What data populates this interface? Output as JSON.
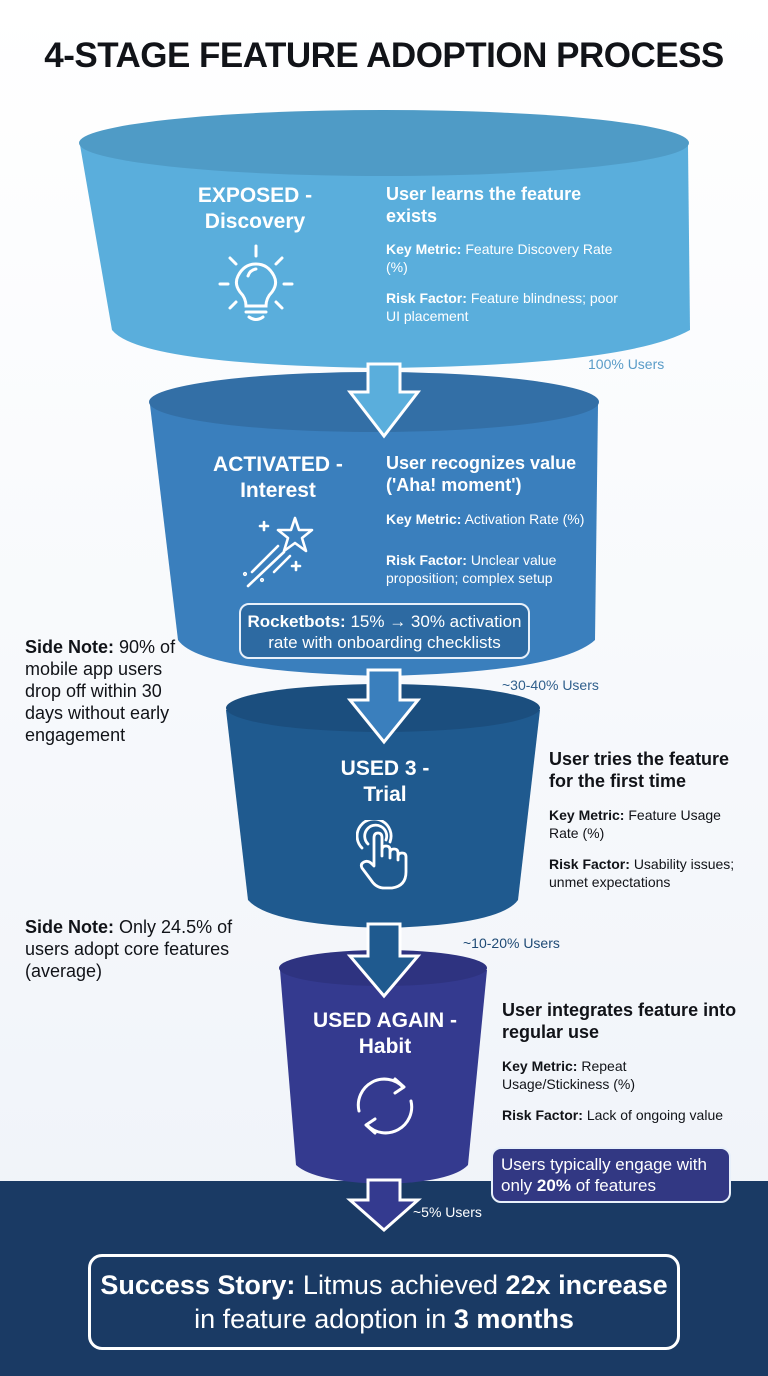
{
  "title": "4-STAGE FEATURE ADOPTION PROCESS",
  "colors": {
    "stage1": "#5aaedc",
    "stage2": "#3a7fbd",
    "stage3": "#1f5a8f",
    "stage4": "#343a8f",
    "footer": "#1a3a64",
    "text_dark": "#111318"
  },
  "stages": [
    {
      "name_line1": "EXPOSED -",
      "name_line2": "Discovery",
      "icon": "lightbulb-icon",
      "headline": "User learns the feature exists",
      "key_metric_label": "Key Metric:",
      "key_metric_value": "Feature Discovery Rate (%)",
      "risk_label": "Risk Factor:",
      "risk_value": "Feature blindness; poor UI placement",
      "users": "100% Users"
    },
    {
      "name_line1": "ACTIVATED -",
      "name_line2": "Interest",
      "icon": "shooting-star-icon",
      "headline": "User recognizes value ('Aha! moment')",
      "key_metric_label": "Key Metric:",
      "key_metric_value": "Activation Rate (%)",
      "risk_label": "Risk Factor:",
      "risk_value": "Unclear value proposition; complex setup",
      "callout_bold": "Rocketbots:",
      "callout_text": "15% → 30% activation rate with onboarding checklists",
      "users": "~30-40% Users"
    },
    {
      "name_line1": "USED 3 -",
      "name_line2": "Trial",
      "icon": "tap-hand-icon",
      "headline": "User tries the feature for the first time",
      "key_metric_label": "Key Metric:",
      "key_metric_value": "Feature Usage Rate (%)",
      "risk_label": "Risk Factor:",
      "risk_value": "Usability issues; unmet expectations",
      "users": "~10-20% Users"
    },
    {
      "name_line1": "USED AGAIN -",
      "name_line2": "Habit",
      "icon": "refresh-cycle-icon",
      "headline": "User integrates feature into regular use",
      "key_metric_label": "Key Metric:",
      "key_metric_value": "Repeat Usage/Stickiness (%)",
      "risk_label": "Risk Factor:",
      "risk_value": "Lack of ongoing value",
      "callout_pre": "Users typically engage with only",
      "callout_bold": "20%",
      "callout_post": "of features",
      "users": "~5% Users"
    }
  ],
  "side_notes": [
    {
      "label": "Side Note:",
      "text": "90% of mobile app users drop off within 30 days without early engagement"
    },
    {
      "label": "Side Note:",
      "text": "Only 24.5% of users adopt core features (average)"
    }
  ],
  "success_story": {
    "label": "Success Story:",
    "text1": "Litmus achieved",
    "bold1": "22x increase",
    "text2": "in feature adoption in",
    "bold2": "3 months"
  }
}
